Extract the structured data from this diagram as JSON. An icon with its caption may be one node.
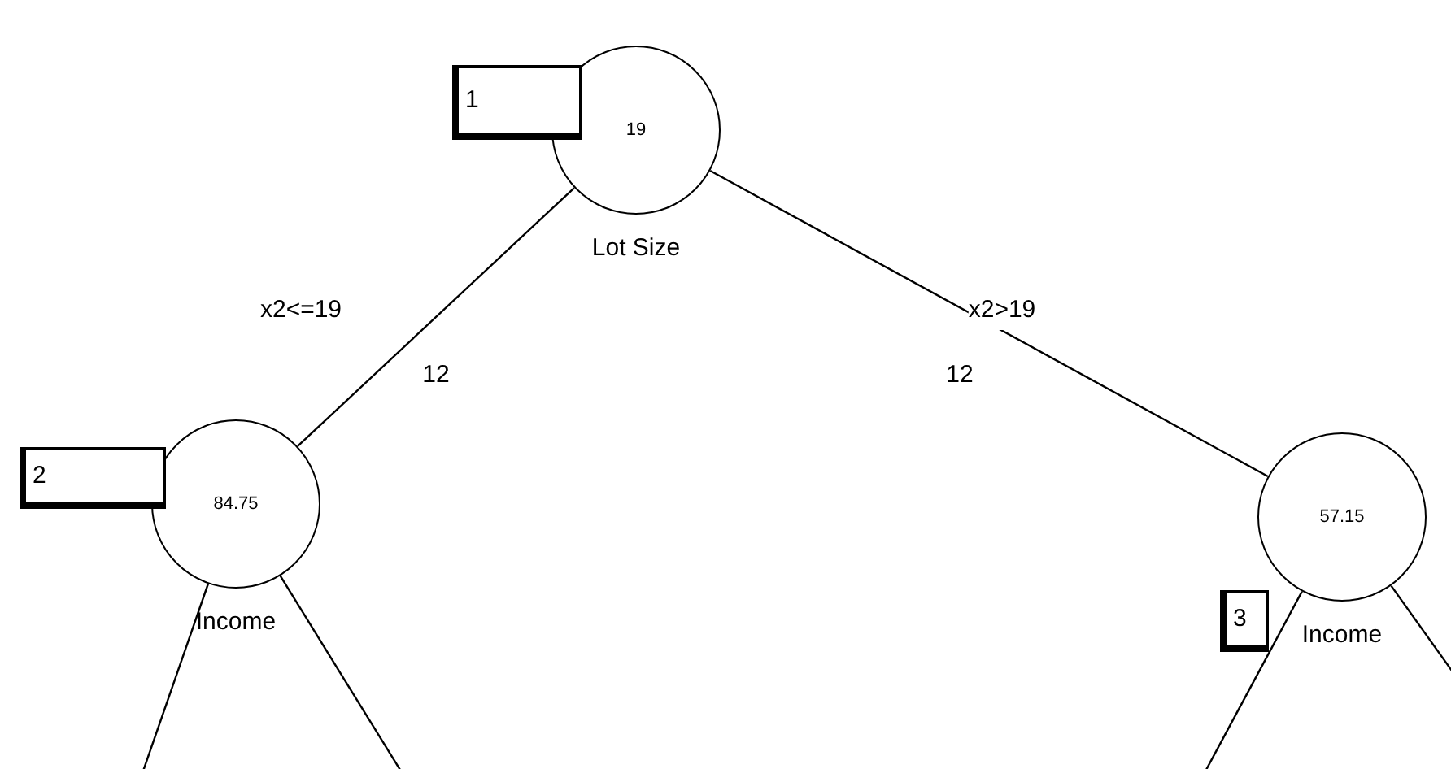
{
  "diagram": {
    "nodes": [
      {
        "text": [
          "19"
        ],
        "beside": [
          "Lot Size"
        ]
      },
      {
        "text": [
          "1"
        ]
      },
      {
        "text": [
          "84.75"
        ],
        "beside": [
          "Income"
        ]
      },
      {
        "text": [
          "2"
        ]
      },
      {
        "text": [
          "57.15"
        ],
        "beside": [
          "Income"
        ]
      },
      {
        "text": [
          "3"
        ]
      }
    ],
    "edges": [
      {
        "from": 0,
        "to": 2,
        "arrow": "none",
        "label": "x2<=19"
      },
      {
        "from": 0,
        "to": 4,
        "arrow": "none",
        "label": "x2>19"
      },
      {
        "from": 2,
        "to": null,
        "arrow": "none"
      },
      {
        "from": 2,
        "to": null,
        "arrow": "none"
      },
      {
        "from": 4,
        "to": null,
        "arrow": "none"
      },
      {
        "from": 4,
        "to": null,
        "arrow": "none"
      }
    ],
    "labels": [
      "12",
      "12"
    ]
  }
}
